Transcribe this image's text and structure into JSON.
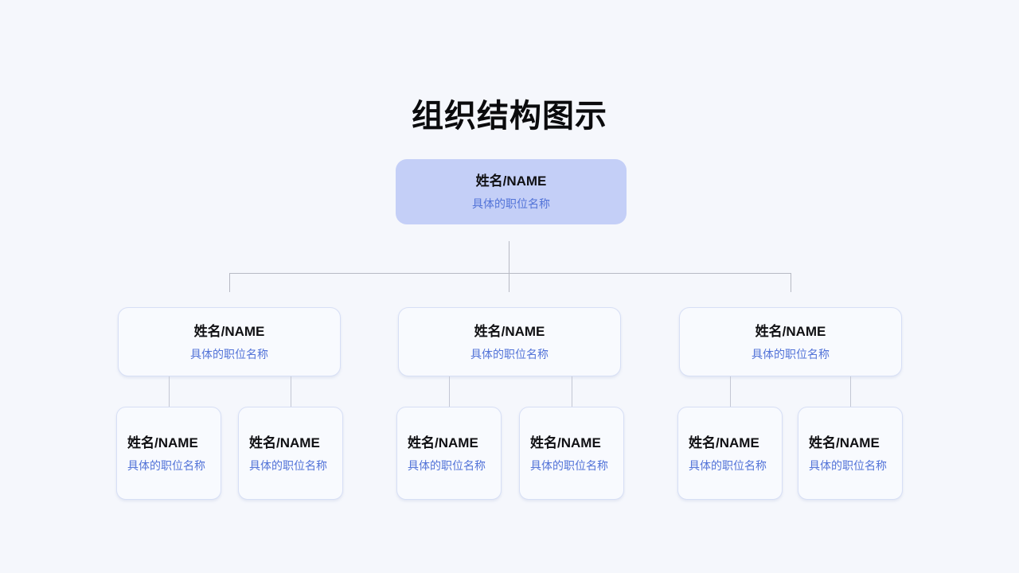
{
  "title": "组织结构图示",
  "chart": {
    "root": {
      "name": "姓名/NAME",
      "role": "具体的职位名称"
    },
    "managers": [
      {
        "name": "姓名/NAME",
        "role": "具体的职位名称"
      },
      {
        "name": "姓名/NAME",
        "role": "具体的职位名称"
      },
      {
        "name": "姓名/NAME",
        "role": "具体的职位名称"
      }
    ],
    "staff": [
      {
        "name": "姓名/NAME",
        "role": "具体的职位名称"
      },
      {
        "name": "姓名/NAME",
        "role": "具体的职位名称"
      },
      {
        "name": "姓名/NAME",
        "role": "具体的职位名称"
      },
      {
        "name": "姓名/NAME",
        "role": "具体的职位名称"
      },
      {
        "name": "姓名/NAME",
        "role": "具体的职位名称"
      },
      {
        "name": "姓名/NAME",
        "role": "具体的职位名称"
      }
    ]
  },
  "colors": {
    "page_background": "#f5f7fc",
    "root_node_fill": "#c4cff7",
    "node_fill": "#f8fafe",
    "node_border": "#d7dff5",
    "name_text": "#101013",
    "role_text": "#5273d8",
    "connector_line": "#b7bac4"
  }
}
